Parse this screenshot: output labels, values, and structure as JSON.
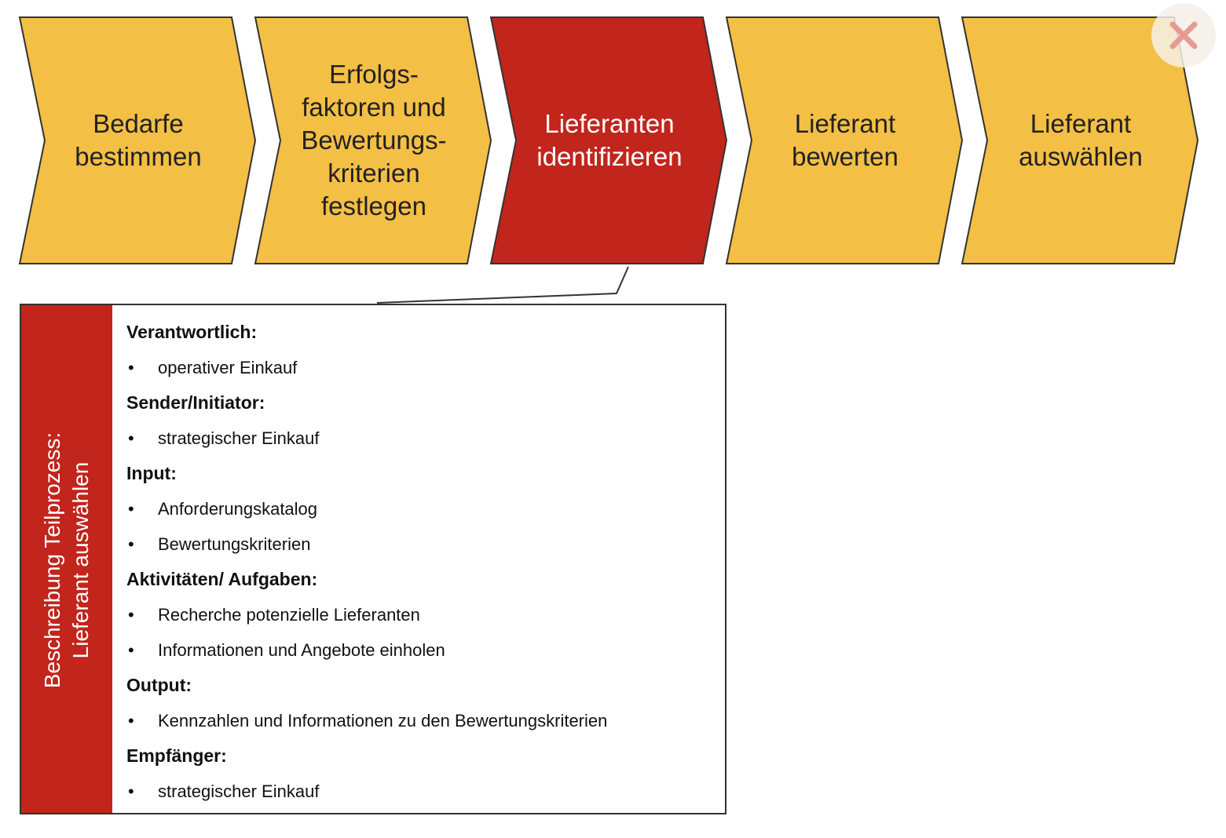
{
  "colors": {
    "step_fill": "#f4bf45",
    "active_fill": "#c1251c",
    "outline": "#333333",
    "band": "#c1251c",
    "close_icon": "#e79a94"
  },
  "process_steps": [
    {
      "label": "Bedarfe\nbestimmen",
      "active": false
    },
    {
      "label": "Erfolgs-\nfaktoren und\nBewertungs-\nkriterien\nfestlegen",
      "active": false
    },
    {
      "label": "Lieferanten\nidentifizieren",
      "active": true
    },
    {
      "label": "Lieferant\nbewerten",
      "active": false
    },
    {
      "label": "Lieferant\nauswählen",
      "active": false
    }
  ],
  "detail": {
    "side_title_line1": "Beschreibung Teilprozess:",
    "side_title_line2": "Lieferant auswählen",
    "sections": [
      {
        "title": "Verantwortlich:",
        "items": [
          "operativer Einkauf"
        ]
      },
      {
        "title": "Sender/Initiator:",
        "items": [
          "strategischer Einkauf"
        ]
      },
      {
        "title": "Input:",
        "items": [
          "Anforderungskatalog",
          "Bewertungskriterien"
        ]
      },
      {
        "title": "Aktivitäten/ Aufgaben:",
        "items": [
          "Recherche potenzielle Lieferanten",
          "Informationen und Angebote einholen"
        ]
      },
      {
        "title": "Output:",
        "items": [
          "Kennzahlen und Informationen zu den Bewertungskriterien"
        ]
      },
      {
        "title": "Empfänger:",
        "items": [
          "strategischer Einkauf"
        ]
      }
    ]
  },
  "close_icon": "close-icon"
}
